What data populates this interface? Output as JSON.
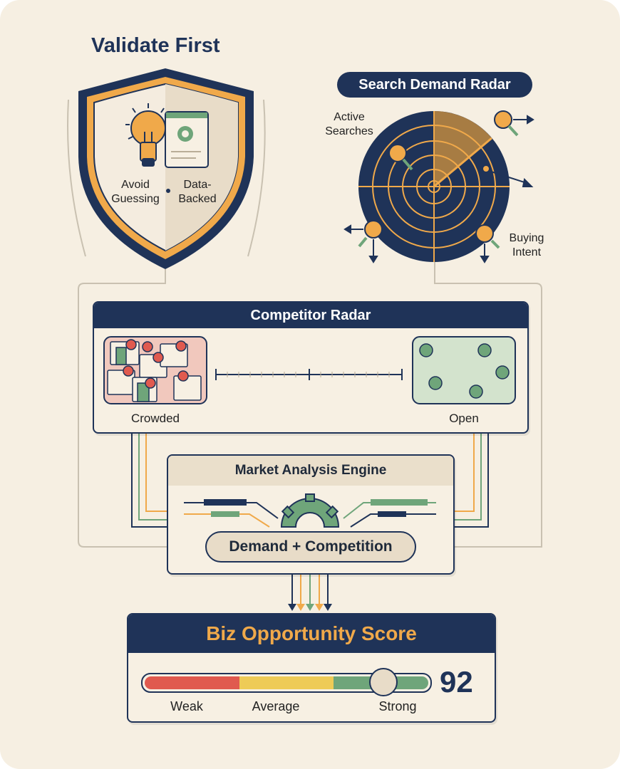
{
  "title": "Validate First",
  "shield": {
    "left_label": "Avoid Guessing",
    "right_label": "Data-Backed"
  },
  "search_radar": {
    "title": "Search Demand Radar",
    "label_active": "Active Searches",
    "label_intent": "Buying Intent"
  },
  "competitor_radar": {
    "title": "Competitor Radar",
    "left_label": "Crowded",
    "right_label": "Open"
  },
  "engine": {
    "title": "Market Analysis Engine",
    "formula": "Demand + Competition"
  },
  "score": {
    "title": "Biz Opportunity Score",
    "value": "92",
    "fraction": 0.92,
    "labels": {
      "weak": "Weak",
      "average": "Average",
      "strong": "Strong"
    }
  },
  "colors": {
    "navy": "#1f3358",
    "orange": "#f0a94a",
    "green": "#6fa57a",
    "red": "#e05a4f",
    "yellow": "#eecb57"
  }
}
